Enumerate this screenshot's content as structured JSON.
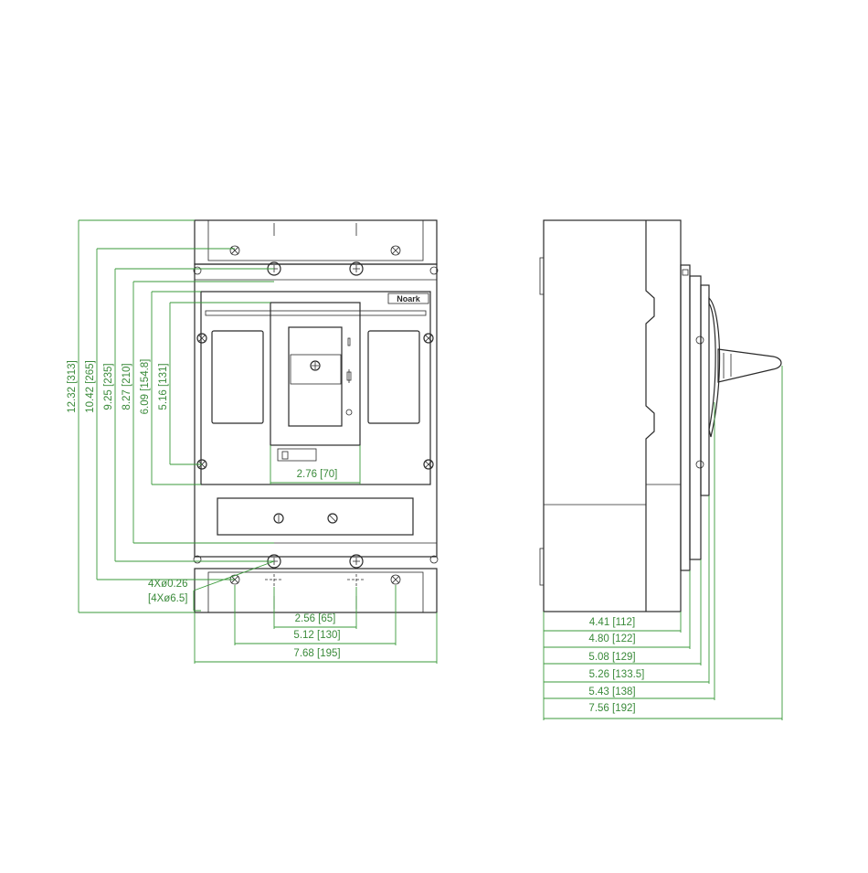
{
  "brand_label": "Noark",
  "front_view": {
    "vertical_dims": [
      "12.32 [313]",
      "10.42 [265]",
      "9.25 [235]",
      "8.27 [210]",
      "6.09 [154.8]",
      "5.16 [131]"
    ],
    "horizontal_dims": {
      "inner_width": "2.76 [70]",
      "pitch_small": "2.56 [65]",
      "pitch_large": "5.12 [130]",
      "overall_width": "7.68 [195]"
    },
    "hole_note": [
      "4Xø0.26",
      "[4Xø6.5]"
    ]
  },
  "side_view": {
    "depth_dims": [
      "4.41 [112]",
      "4.80 [122]",
      "5.08 [129]",
      "5.26 [133.5]",
      "5.43 [138]",
      "7.56 [192]"
    ]
  },
  "colors": {
    "dimension": "#3a9a3a",
    "outline": "#2a2a2a",
    "background": "#ffffff"
  }
}
